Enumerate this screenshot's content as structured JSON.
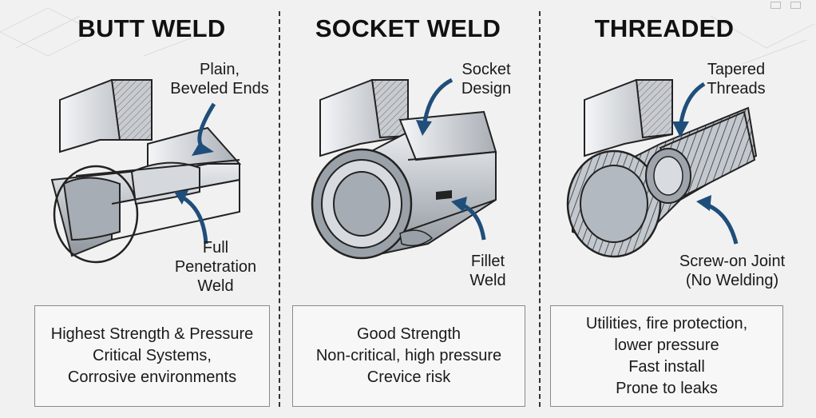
{
  "columns": [
    {
      "title": "BUTT WELD",
      "callouts": [
        "Plain,",
        "Beveled Ends",
        "Full",
        "Penetration",
        "Weld"
      ],
      "box_lines": [
        "Highest Strength & Pressure",
        "Critical Systems,",
        "Corrosive environments"
      ],
      "icon": "butt-weld-fitting"
    },
    {
      "title": "SOCKET WELD",
      "callouts": [
        "Socket",
        "Design",
        "Fillet",
        "Weld"
      ],
      "box_lines": [
        "Good Strength",
        "Non-critical, high pressure",
        "Crevice risk"
      ],
      "icon": "socket-weld-fitting"
    },
    {
      "title": "THREADED",
      "callouts": [
        "Tapered",
        "Threads",
        "Screw-on Joint",
        "(No Welding)"
      ],
      "box_lines": [
        "Utilities, fire protection,",
        "lower pressure",
        "Fast install",
        "Prone to leaks"
      ],
      "icon": "threaded-fitting"
    }
  ],
  "colors": {
    "arrow": "#1f4e7a",
    "metal": "#c9cdd2",
    "hatch": "#555555",
    "background": "#f1f1f1"
  }
}
